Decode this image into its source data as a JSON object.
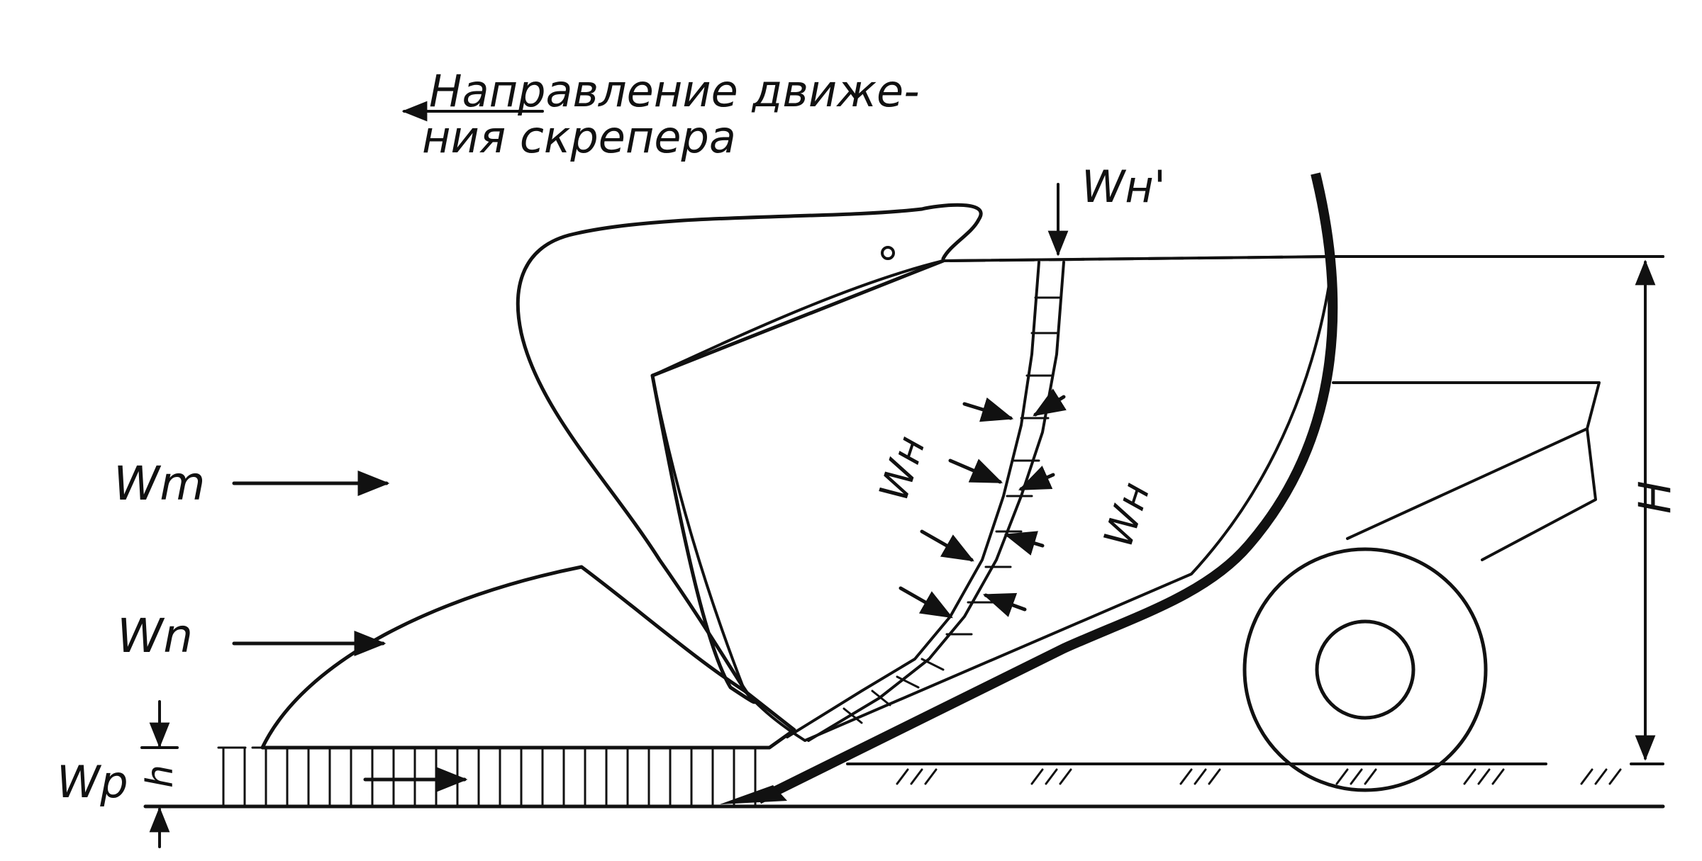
{
  "direction_caption": {
    "line1": "Направление движе-",
    "line2": "ния скрепера"
  },
  "labels": {
    "wm": "Wm",
    "wn": "Wn",
    "wp": "Wp",
    "h_small": "h",
    "h_big": "H",
    "wh_prime": "Wн'",
    "wh_left": "Wн",
    "wh_right": "Wн"
  },
  "colors": {
    "ink": "#111111",
    "paper": "#ffffff"
  }
}
